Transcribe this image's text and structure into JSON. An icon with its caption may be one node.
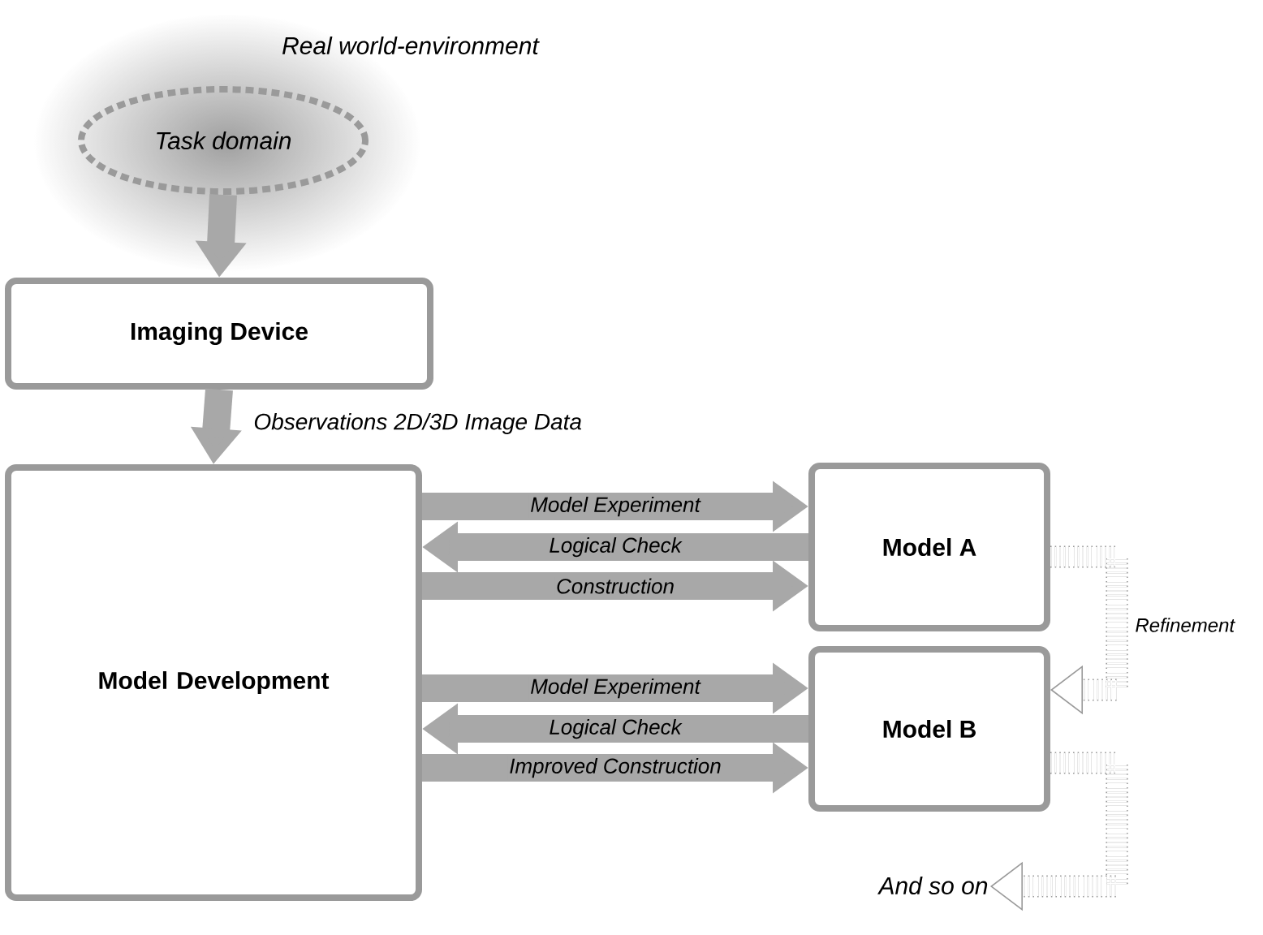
{
  "diagram": {
    "nodes": [
      {
        "text": [
          "Task domain"
        ]
      },
      {
        "text": [
          "Imaging Device"
        ]
      },
      {
        "text": [
          "Model Development"
        ]
      },
      {
        "text": [
          "Model A"
        ]
      },
      {
        "text": [
          "Model B"
        ]
      },
      {
        "text": [
          "And so on"
        ]
      }
    ],
    "edges": [
      {
        "from": 0,
        "to": 1,
        "arrow": "to"
      },
      {
        "from": 1,
        "to": 2,
        "arrow": "to",
        "label": "Observations 2D/3D Image Data"
      },
      {
        "from": 2,
        "to": 3,
        "arrow": "to",
        "label": "Model Experiment"
      },
      {
        "from": 3,
        "to": 2,
        "arrow": "to",
        "label": "Logical Check"
      },
      {
        "from": 2,
        "to": 3,
        "arrow": "to",
        "label": "Construction"
      },
      {
        "from": 2,
        "to": 4,
        "arrow": "to",
        "label": "Model Experiment"
      },
      {
        "from": 4,
        "to": 2,
        "arrow": "to",
        "label": "Logical Check"
      },
      {
        "from": 2,
        "to": 4,
        "arrow": "to",
        "label": "Improved Construction"
      },
      {
        "from": 3,
        "to": 4,
        "arrow": "to",
        "style": "dashed",
        "label": "Refinement"
      },
      {
        "from": 4,
        "to": 5,
        "arrow": "to",
        "style": "dashed"
      }
    ],
    "labels": [
      "Real world-environment"
    ]
  }
}
